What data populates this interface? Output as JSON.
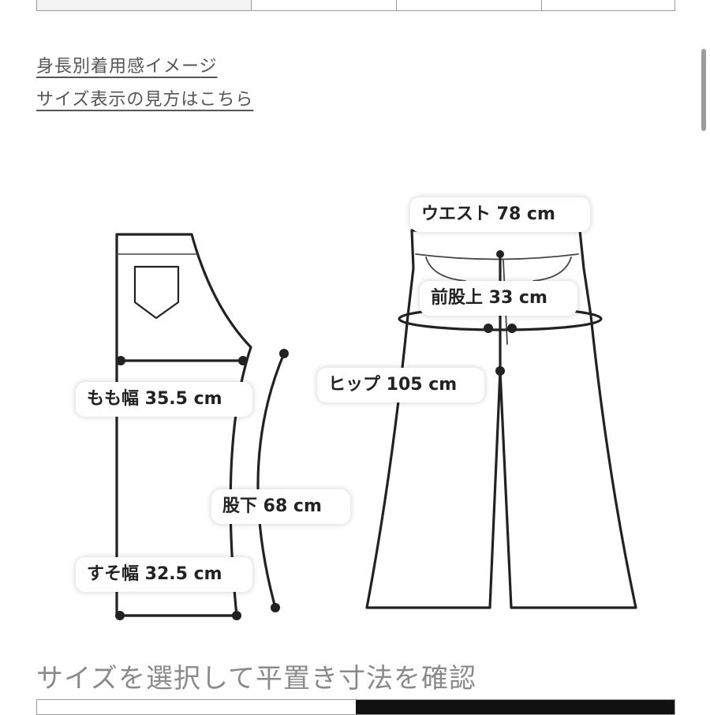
{
  "links": {
    "height_fit": "身長別着用感イメージ",
    "size_guide": "サイズ表示の見方はこちら"
  },
  "measurements": {
    "waist": "ウエスト 78 cm",
    "front_rise": "前股上 33 cm",
    "hip": "ヒップ 105 cm",
    "thigh": "もも幅 35.5 cm",
    "inseam": "股下 68 cm",
    "hem": "すそ幅 32.5 cm"
  },
  "section": {
    "title": "サイズを選択して平置き寸法を確認"
  },
  "colors": {
    "outline": "#222222",
    "link_text": "#555555",
    "section_text": "#8a8a8a",
    "selected_size": "#111111"
  }
}
